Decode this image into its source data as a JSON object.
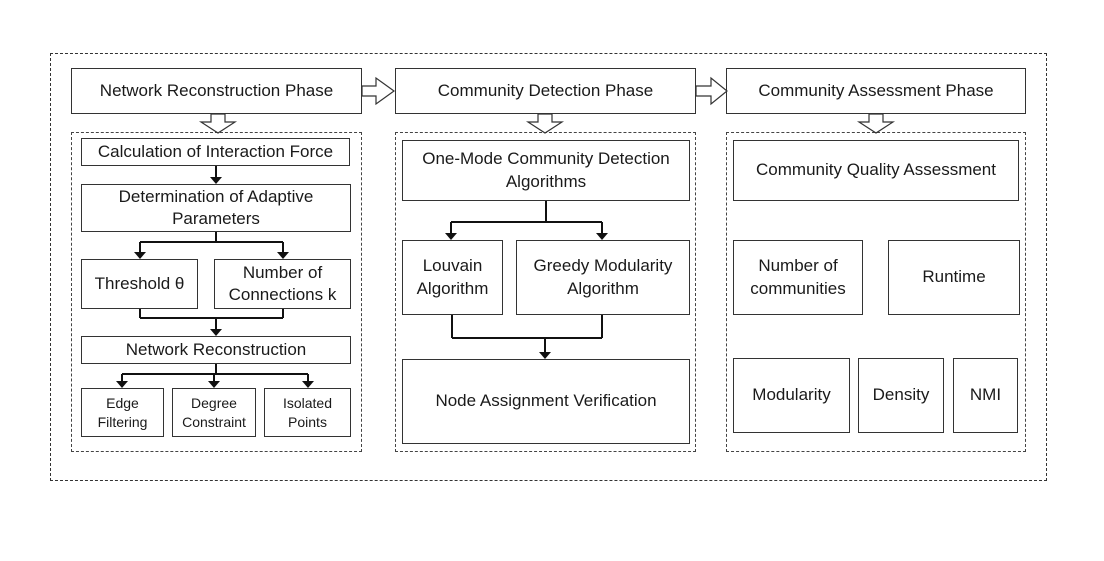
{
  "phases": {
    "p1": "Network Reconstruction Phase",
    "p2": "Community Detection Phase",
    "p3": "Community Assessment Phase"
  },
  "reconstruction": {
    "interaction_force": "Calculation of Interaction Force",
    "adaptive_params_line1": "Determination of Adaptive",
    "adaptive_params_line2": "Parameters",
    "threshold": "Threshold θ",
    "connections_line1": "Number of",
    "connections_line2": "Connections  k",
    "network_reconstruction": "Network Reconstruction",
    "edge_line1": "Edge",
    "edge_line2": "Filtering",
    "degree_line1": "Degree",
    "degree_line2": "Constraint",
    "isolated_line1": "Isolated",
    "isolated_line2": "Points"
  },
  "detection": {
    "one_mode_line1": "One-Mode Community Detection",
    "one_mode_line2": "Algorithms",
    "louvain_line1": "Louvain",
    "louvain_line2": "Algorithm",
    "greedy_line1": "Greedy Modularity",
    "greedy_line2": "Algorithm",
    "verification": "Node Assignment Verification"
  },
  "assessment": {
    "quality": "Community Quality Assessment",
    "num_comm_line1": "Number of",
    "num_comm_line2": "communities",
    "runtime": "Runtime",
    "modularity": "Modularity",
    "density": "Density",
    "nmi": "NMI"
  }
}
